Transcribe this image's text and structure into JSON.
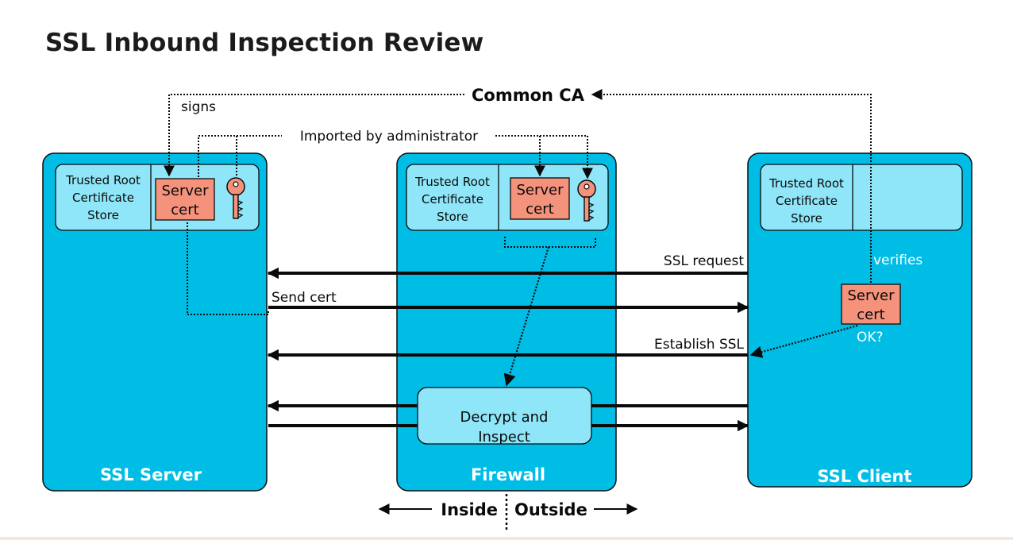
{
  "title": "SSL Inbound Inspection Review",
  "colors": {
    "device_fill": "#00bde6",
    "store_fill": "#8fe6f8",
    "cert_fill": "#f4927c",
    "stroke": "#0a0a0a",
    "white_text": "#ffffff"
  },
  "labels": {
    "common_ca": "Common CA",
    "signs": "signs",
    "imported": "Imported by administrator",
    "ssl_request": "SSL request",
    "send_cert": "Send cert",
    "establish_ssl": "Establish SSL",
    "verifies": "verifies",
    "ok": "OK?",
    "inside": "Inside",
    "outside": "Outside"
  },
  "devices": [
    {
      "name": "SSL Server",
      "store": [
        "Trusted Root",
        "Certificate",
        "Store"
      ],
      "cert": [
        "Server",
        "cert"
      ],
      "key_icon": "key-icon"
    },
    {
      "name": "Firewall",
      "store": [
        "Trusted Root",
        "Certificate",
        "Store"
      ],
      "cert": [
        "Server",
        "cert"
      ],
      "key_icon": "key-icon",
      "engine": [
        "Decrypt and",
        "Inspect"
      ]
    },
    {
      "name": "SSL Client",
      "store": [
        "Trusted Root",
        "Certificate",
        "Store"
      ],
      "cert": [
        "Server",
        "cert"
      ]
    }
  ]
}
